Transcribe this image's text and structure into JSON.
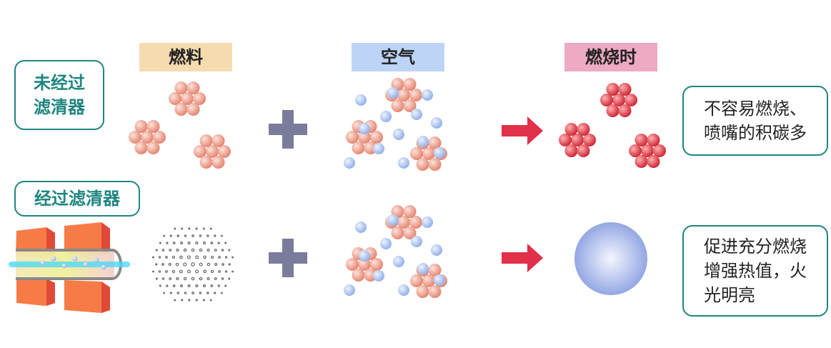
{
  "headers": {
    "fuel": "燃料",
    "air": "空气",
    "burning": "燃烧时"
  },
  "rows": [
    {
      "label_lines": [
        "未经过",
        "滤清器"
      ],
      "result_lines": [
        "不容易燃烧、",
        "喷嘴的积碳多"
      ]
    },
    {
      "label_lines": [
        "经过滤清器"
      ],
      "result_lines": [
        "促进充分燃烧",
        "增强热值，火",
        "光明亮"
      ]
    }
  ],
  "colors": {
    "teal": "#1f8580",
    "fuel_tag": "#f5dbb0",
    "air_tag": "#bdd4f7",
    "burn_tag": "#eea9c3",
    "plus": "#7b7b9c",
    "arrow": "#e0304a",
    "fuel_ball": "#ea9382",
    "air_ball": "#a9c2ee",
    "burn_ball": "#e03a44"
  }
}
